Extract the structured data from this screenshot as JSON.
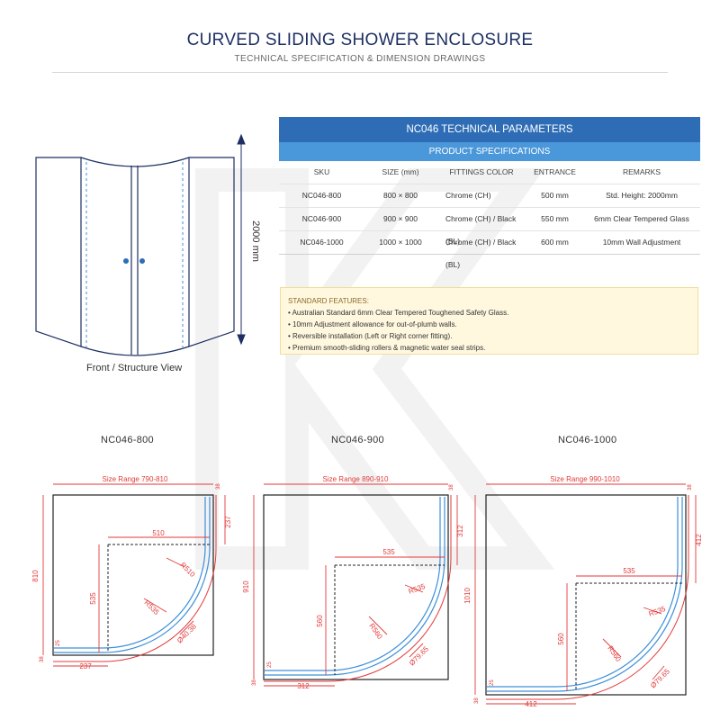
{
  "header": {
    "title": "CURVED SLIDING SHOWER ENCLOSURE",
    "subtitle": "TECHNICAL SPECIFICATION & DIMENSION DRAWINGS"
  },
  "front_view": {
    "caption": "Front / Structure View",
    "height_label": "2000 mm"
  },
  "table": {
    "title": "NC046 TECHNICAL PARAMETERS",
    "subtitle": "PRODUCT SPECIFICATIONS",
    "columns": [
      "SKU",
      "SIZE (mm)",
      "FITTINGS COLOR",
      "ENTRANCE",
      "REMARKS"
    ],
    "rows": [
      [
        "NC046-800",
        "800 × 800",
        "Chrome (CH)",
        "500 mm",
        "Std. Height: 2000mm"
      ],
      [
        "NC046-900",
        "900 × 900",
        "Chrome (CH) / Black (BL)",
        "550 mm",
        "6mm Clear Tempered Glass"
      ],
      [
        "NC046-1000",
        "1000 × 1000",
        "Chrome (CH) / Black (BL)",
        "600 mm",
        "10mm Wall Adjustment"
      ]
    ]
  },
  "features": {
    "heading": "STANDARD FEATURES:",
    "items": [
      "• Australian Standard 6mm Clear Tempered Toughened Safety Glass.",
      "• 10mm Adjustment allowance for out-of-plumb walls.",
      "• Reversible installation (Left or Right corner fitting).",
      "• Premium smooth-sliding rollers & magnetic water seal strips."
    ]
  },
  "drawings": [
    {
      "title": "NC046-800",
      "size_range": "Size Range 790-810",
      "height": "810",
      "top_right": "237",
      "bottom": "237",
      "inner_width": "510",
      "inner_height": "535",
      "r_outer": "R510",
      "r_inner": "R535",
      "diagonal": "Ø40.38",
      "small_a": "38",
      "small_b": "38",
      "small_c": "25"
    },
    {
      "title": "NC046-900",
      "size_range": "Size Range 890-910",
      "height": "910",
      "top_right": "312",
      "bottom": "312",
      "inner_width": "535",
      "inner_height": "560",
      "r_outer": "R535",
      "r_inner": "R560",
      "diagonal": "Ø79.65",
      "small_a": "38",
      "small_b": "38",
      "small_c": "25"
    },
    {
      "title": "NC046-1000",
      "size_range": "Size Range 990-1010",
      "height": "1010",
      "top_right": "412",
      "bottom": "412",
      "inner_width": "535",
      "inner_height": "560",
      "r_outer": "R535",
      "r_inner": "R560",
      "diagonal": "Ø79.65",
      "small_a": "38",
      "small_b": "38",
      "small_c": "25"
    }
  ],
  "colors": {
    "navy": "#1d2f63",
    "table_head": "#2e6db5",
    "table_sub": "#4a97da",
    "dimension_red": "#e23a3a",
    "glass_blue": "#3d8fdb"
  }
}
